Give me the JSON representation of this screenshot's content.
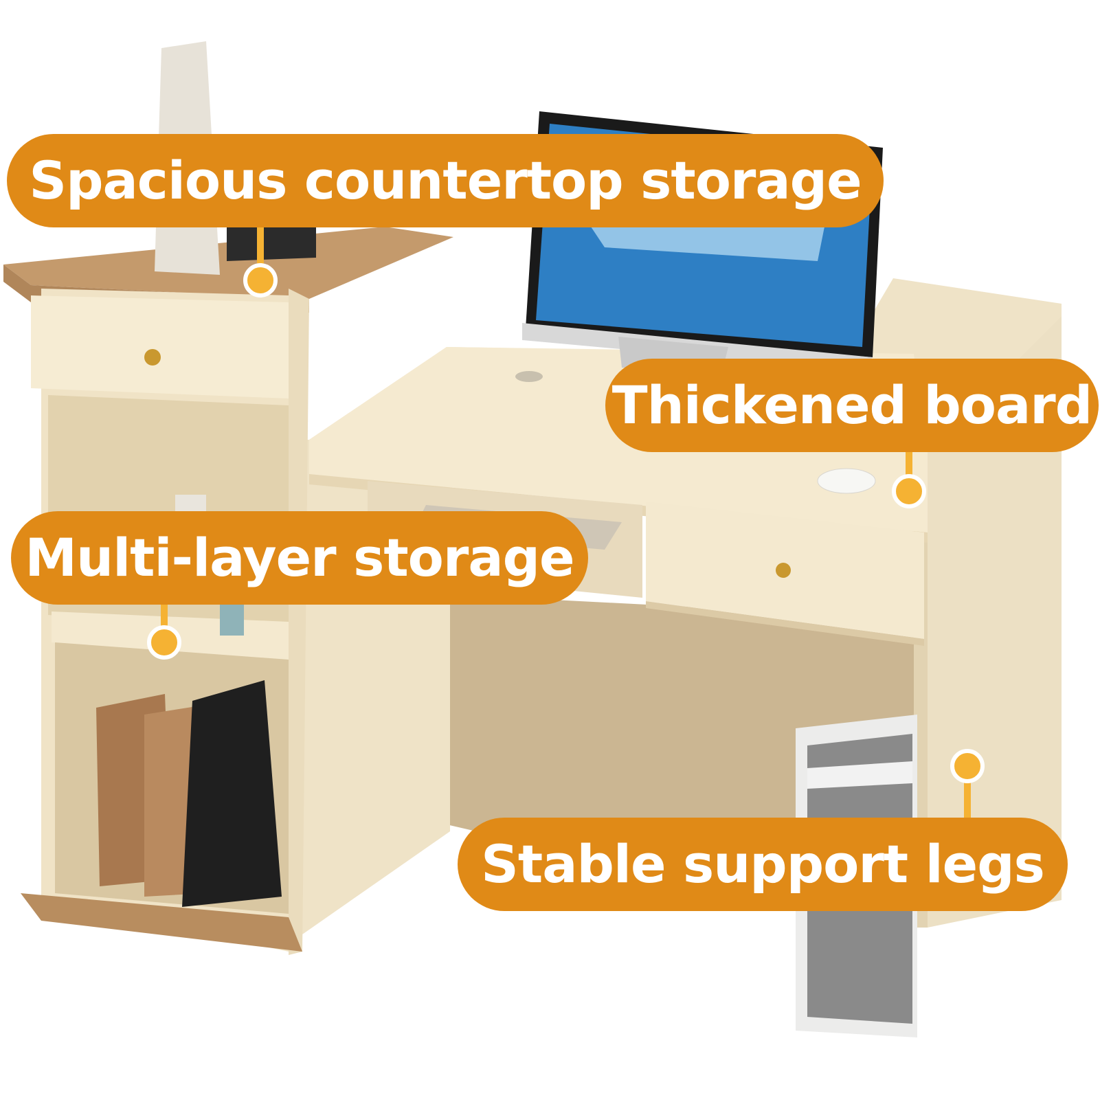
{
  "colors": {
    "accent": "#e08a17",
    "callout_text": "#ffffff",
    "pin": "#f5b233",
    "desk": "#f1e4c8",
    "wood": "#b88d5f"
  },
  "callouts": {
    "countertop": "Spacious countertop storage",
    "board": "Thickened board",
    "multilayer": "Multi-layer storage",
    "legs": "Stable support legs"
  }
}
